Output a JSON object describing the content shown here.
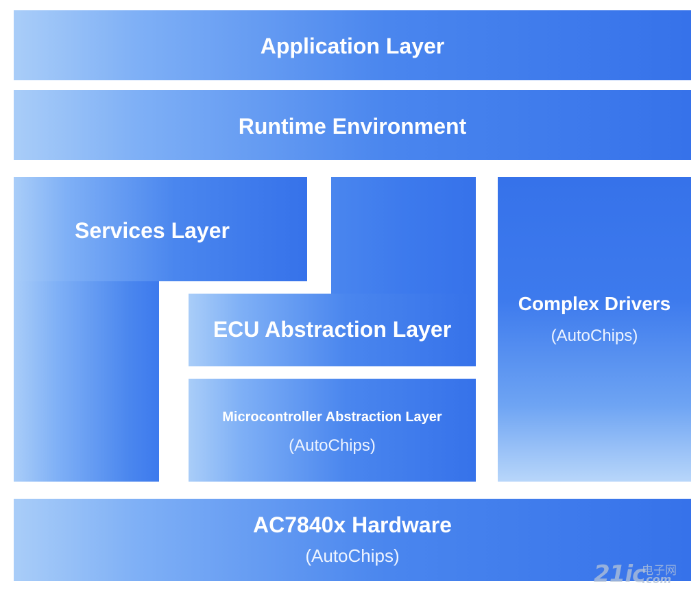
{
  "layers": {
    "application": {
      "title": "Application Layer"
    },
    "runtime": {
      "title": "Runtime Environment"
    },
    "services": {
      "title": "Services Layer"
    },
    "ecu_abstraction": {
      "title": "ECU Abstraction Layer"
    },
    "mcal": {
      "title": "Microcontroller Abstraction Layer",
      "vendor": "(AutoChips)"
    },
    "complex_drivers": {
      "title": "Complex Drivers",
      "vendor": "(AutoChips)"
    },
    "hardware": {
      "title": "AC7840x Hardware",
      "vendor": "(AutoChips)"
    }
  },
  "watermark": {
    "number": "21ic",
    "chinese": "电子网",
    "domain": ".com"
  },
  "colors": {
    "block_dark": "#3672ea",
    "block_light": "#a9cdf8",
    "text": "#ffffff"
  }
}
